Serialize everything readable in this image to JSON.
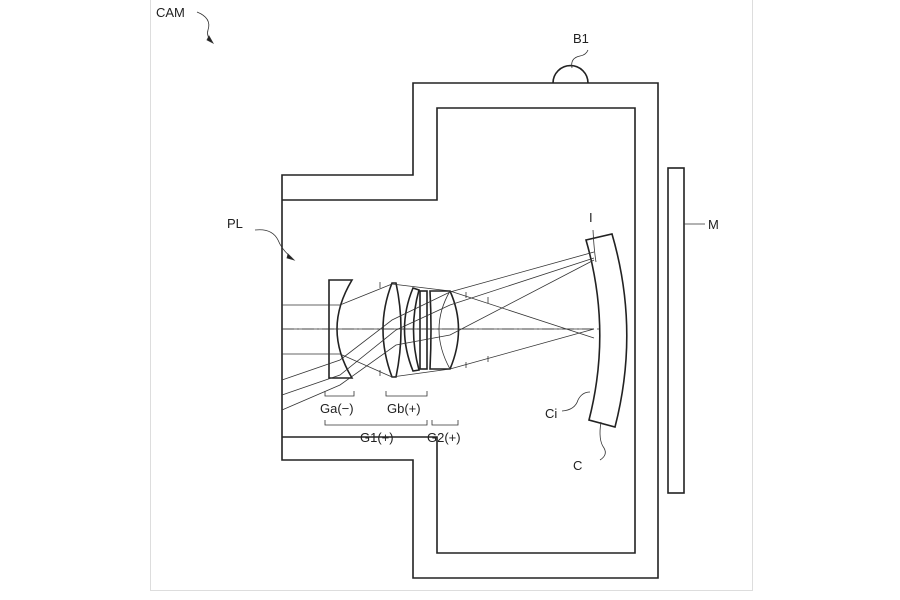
{
  "figure": {
    "labels": {
      "camera": "CAM",
      "button": "B1",
      "monitor": "M",
      "lens": "PL",
      "image_plane": "I",
      "sensor_surface": "Ci",
      "sensor": "C",
      "group_a": "Ga(−)",
      "group_b": "Gb(+)",
      "group_1": "G1(+)",
      "group_2": "G2(+)"
    }
  }
}
